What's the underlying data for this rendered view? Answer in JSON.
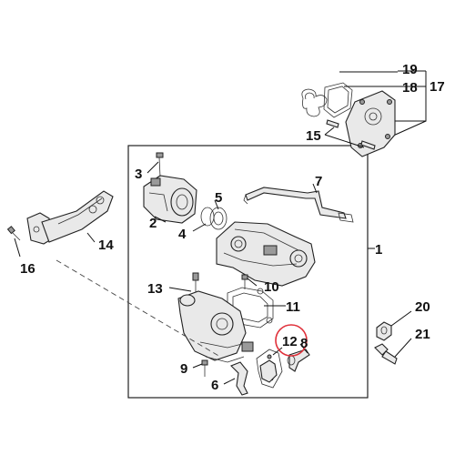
{
  "diagram": {
    "callouts": {
      "c1": "1",
      "c2": "2",
      "c3": "3",
      "c4": "4",
      "c5": "5",
      "c6": "6",
      "c7": "7",
      "c8": "8",
      "c9": "9",
      "c10": "10",
      "c11": "11",
      "c12": "12",
      "c13": "13",
      "c14": "14",
      "c15": "15",
      "c16": "16",
      "c17": "17",
      "c18": "18",
      "c19": "19",
      "c20": "20",
      "c21": "21"
    },
    "highlighted_callout": "12",
    "highlight_color": "#e0303a"
  }
}
